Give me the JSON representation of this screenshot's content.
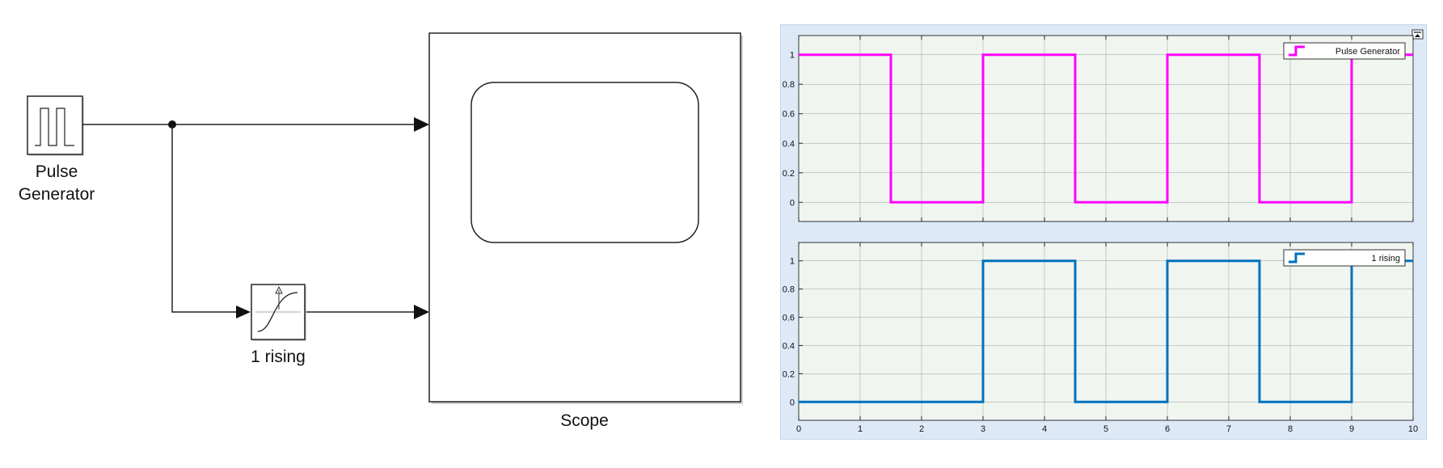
{
  "diagram": {
    "blocks": {
      "pulse_generator": {
        "label_line1": "Pulse",
        "label_line2": "Generator"
      },
      "rising": {
        "label": "1 rising"
      },
      "scope": {
        "label": "Scope"
      }
    }
  },
  "colors": {
    "series1": "#ff00ff",
    "series2": "#0072bd",
    "plot_bg": "#f0f5f0",
    "panel_bg": "#dde9f7",
    "grid": "#5a5a5a"
  },
  "icons": {
    "undock": "undock-icon"
  },
  "chart_data": [
    {
      "type": "line",
      "step": true,
      "title": "",
      "xlabel": "",
      "ylabel": "",
      "xlim": [
        0,
        10
      ],
      "ylim": [
        -0.13,
        1.13
      ],
      "xticks": [
        0,
        1,
        2,
        3,
        4,
        5,
        6,
        7,
        8,
        9,
        10
      ],
      "yticks": [
        0,
        0.2,
        0.4,
        0.6,
        0.8,
        1
      ],
      "ytick_labels": [
        "0",
        "0.2",
        "0.4",
        "0.6",
        "0.8",
        "1"
      ],
      "xtick_labels": [],
      "grid": true,
      "legend": "top-right",
      "series": [
        {
          "name": "Pulse Generator",
          "x": [
            0,
            1.5,
            1.5,
            3,
            3,
            4.5,
            4.5,
            6,
            6,
            7.5,
            7.5,
            9,
            9,
            10
          ],
          "y": [
            1,
            1,
            0,
            0,
            1,
            1,
            0,
            0,
            1,
            1,
            0,
            0,
            1,
            1
          ]
        }
      ]
    },
    {
      "type": "line",
      "step": true,
      "title": "",
      "xlabel": "",
      "ylabel": "",
      "xlim": [
        0,
        10
      ],
      "ylim": [
        -0.13,
        1.13
      ],
      "xticks": [
        0,
        1,
        2,
        3,
        4,
        5,
        6,
        7,
        8,
        9,
        10
      ],
      "yticks": [
        0,
        0.2,
        0.4,
        0.6,
        0.8,
        1
      ],
      "ytick_labels": [
        "0",
        "0.2",
        "0.4",
        "0.6",
        "0.8",
        "1"
      ],
      "xtick_labels": [
        "0",
        "1",
        "2",
        "3",
        "4",
        "5",
        "6",
        "7",
        "8",
        "9",
        "10"
      ],
      "grid": true,
      "legend": "top-right",
      "series": [
        {
          "name": "1 rising",
          "x": [
            0,
            3,
            3,
            4.5,
            4.5,
            6,
            6,
            7.5,
            7.5,
            9,
            9,
            10
          ],
          "y": [
            0,
            0,
            1,
            1,
            0,
            0,
            1,
            1,
            0,
            0,
            1,
            1
          ]
        }
      ]
    }
  ]
}
